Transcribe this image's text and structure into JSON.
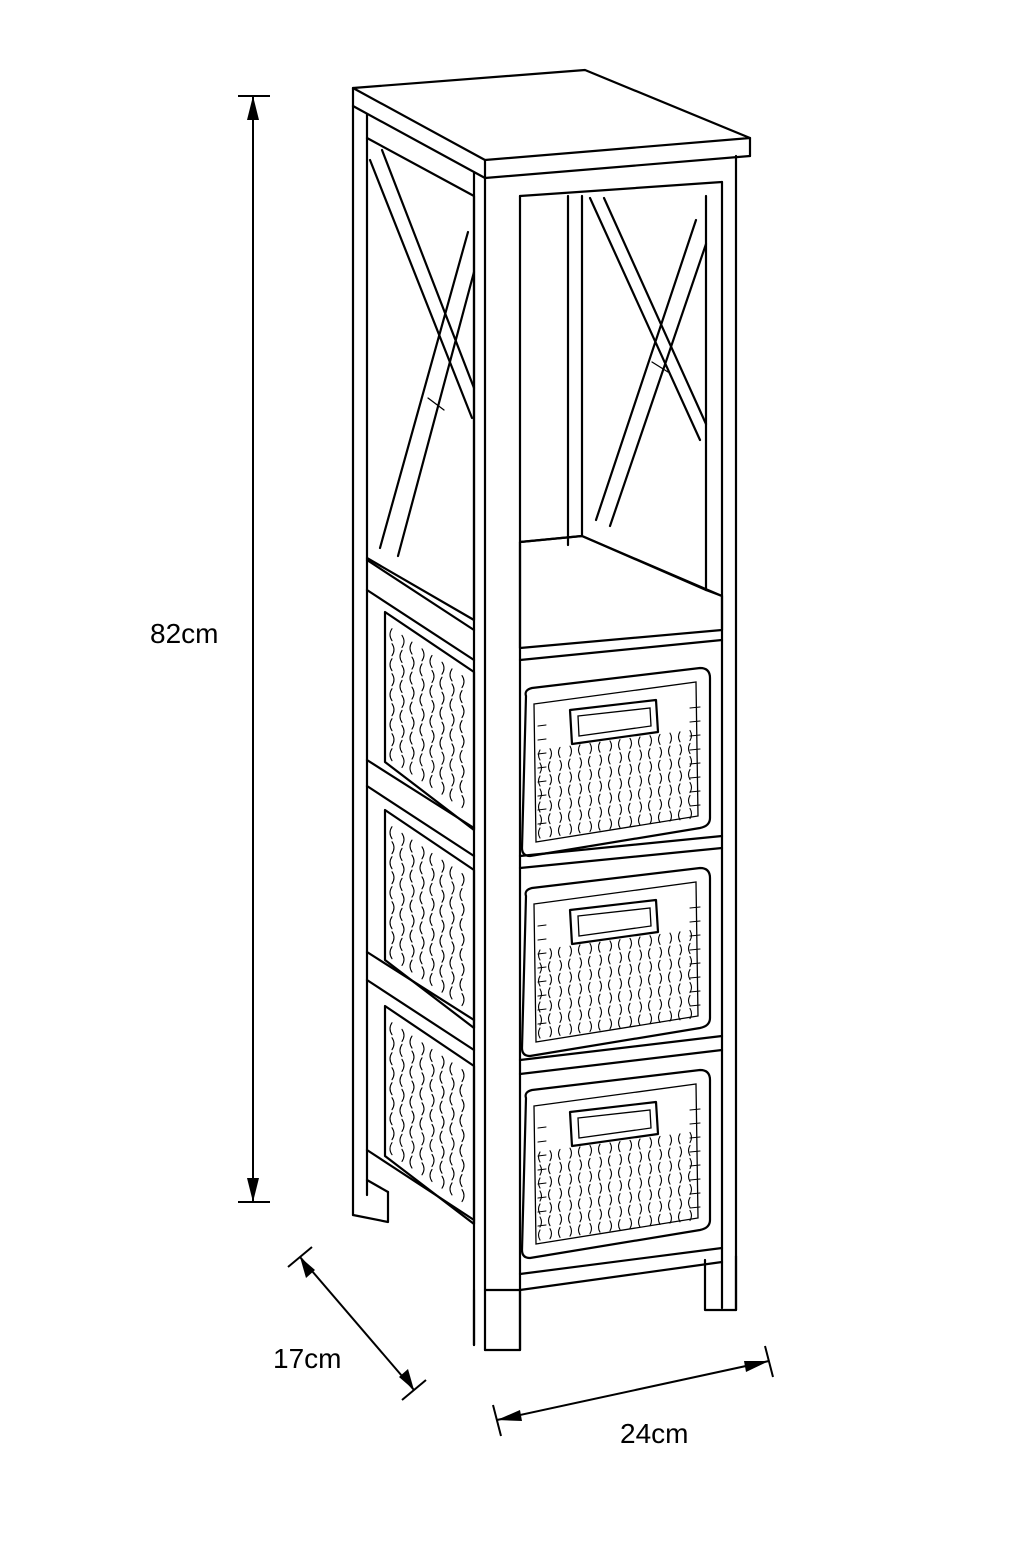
{
  "dimensions": {
    "height": "82cm",
    "depth": "17cm",
    "width": "24cm"
  },
  "colors": {
    "line": "#000000",
    "background": "#ffffff"
  },
  "drawing": {
    "drawer_count": 3,
    "open_shelf_count": 1
  }
}
